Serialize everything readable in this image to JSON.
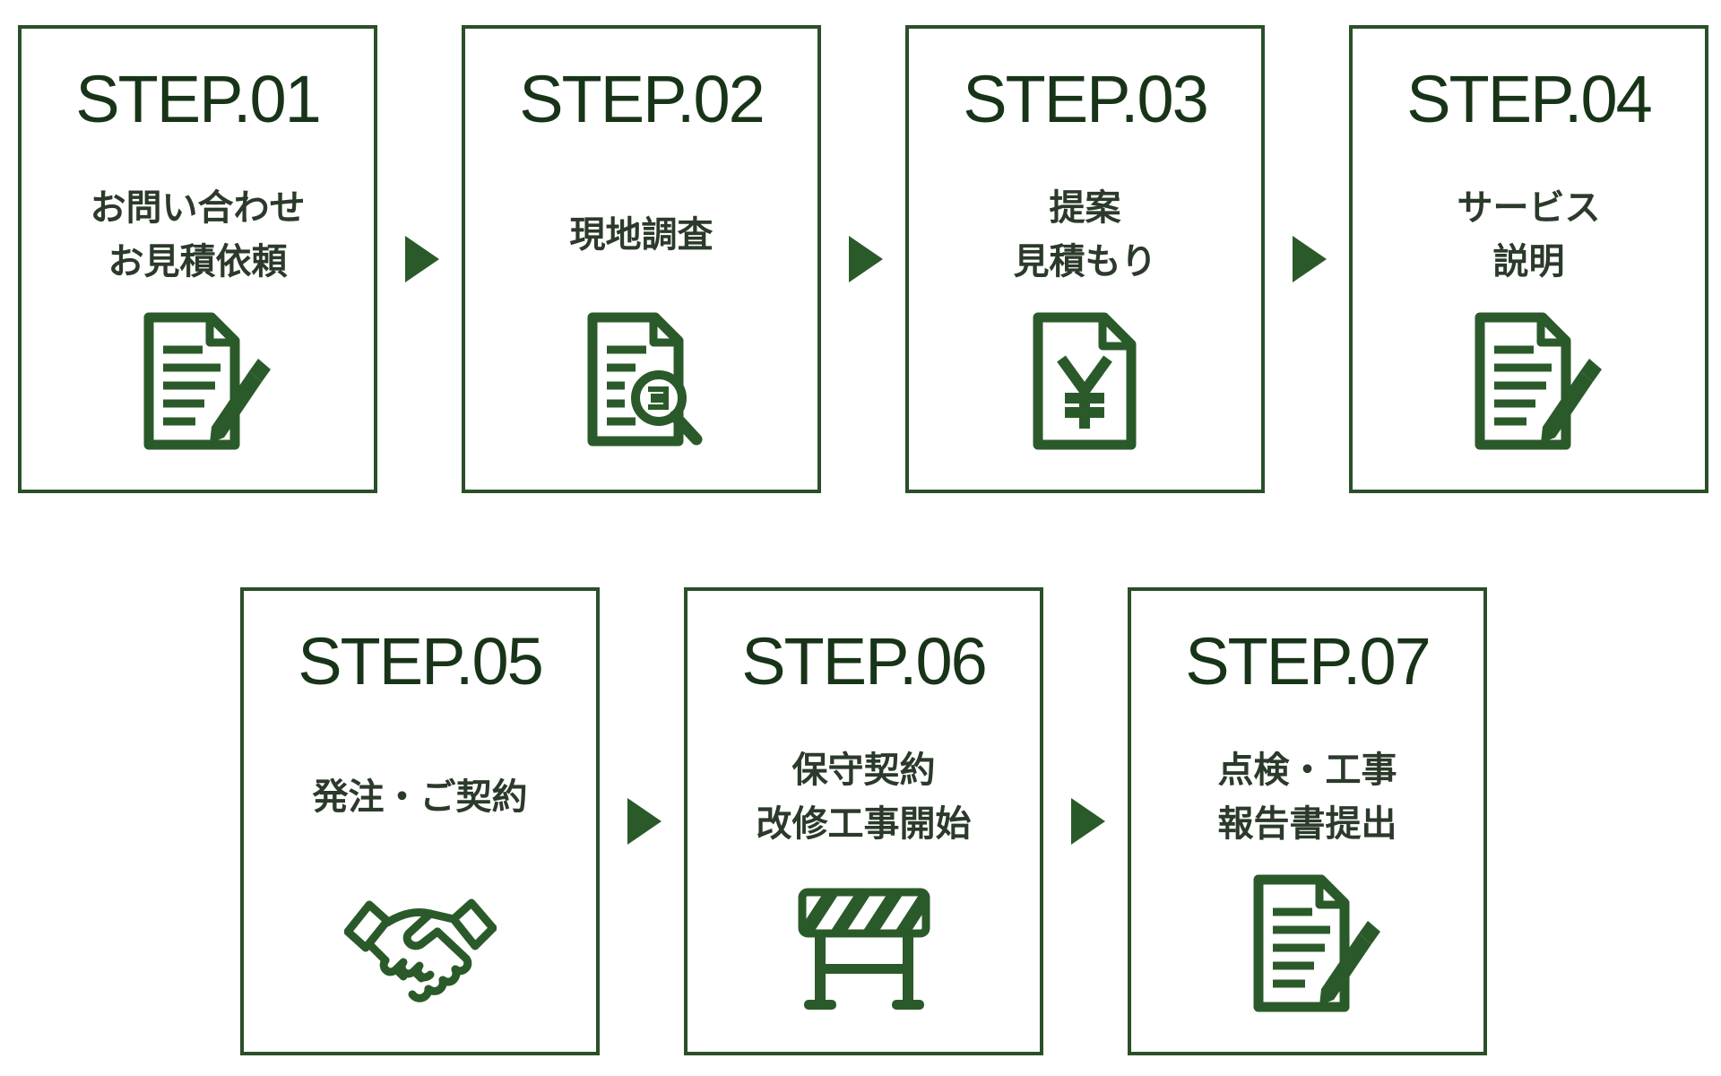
{
  "accent_color": "#2b5a2a",
  "steps": [
    {
      "label": "STEP.01",
      "title": [
        "お問い合わせ",
        "お見積依頼"
      ],
      "icon": "document-pen-icon"
    },
    {
      "label": "STEP.02",
      "title": [
        "現地調査"
      ],
      "icon": "document-search-icon"
    },
    {
      "label": "STEP.03",
      "title": [
        "提案",
        "見積もり"
      ],
      "icon": "yen-document-icon"
    },
    {
      "label": "STEP.04",
      "title": [
        "サービス",
        "説明"
      ],
      "icon": "document-pen-icon"
    },
    {
      "label": "STEP.05",
      "title": [
        "発注・ご契約"
      ],
      "icon": "handshake-icon"
    },
    {
      "label": "STEP.06",
      "title": [
        "保守契約",
        "改修工事開始"
      ],
      "icon": "road-barrier-icon"
    },
    {
      "label": "STEP.07",
      "title": [
        "点検・工事",
        "報告書提出"
      ],
      "icon": "document-pen-icon"
    }
  ]
}
